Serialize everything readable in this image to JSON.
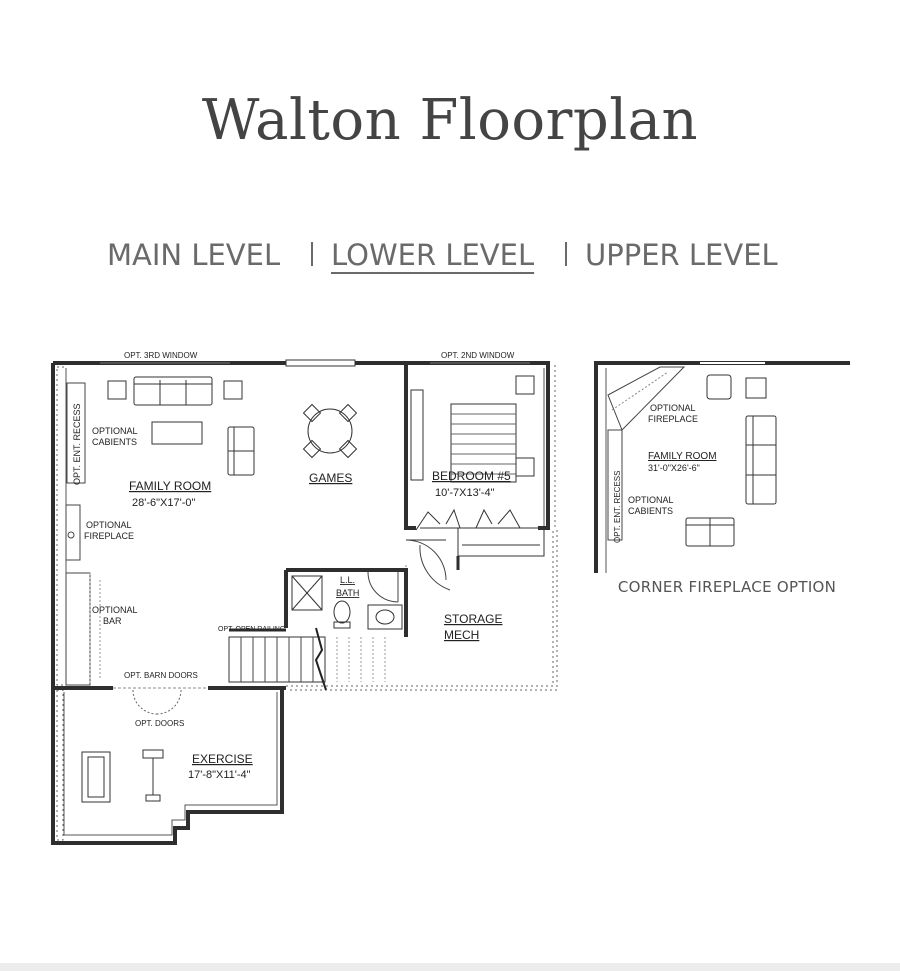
{
  "title": "Walton Floorplan",
  "nav": {
    "main": "MAIN LEVEL",
    "lower": "LOWER LEVEL",
    "upper": "UPPER LEVEL",
    "active": "LOWER LEVEL"
  },
  "plan": {
    "opt_3rd_window": "OPT. 3RD WINDOW",
    "opt_2nd_window": "OPT. 2ND WINDOW",
    "opt_ent_recess": "OPT. ENT. RECESS",
    "optional_cabinets_1": "OPTIONAL",
    "optional_cabinets_2": "CABIENTS",
    "family_room": "FAMILY ROOM",
    "family_room_dim": "28'-6\"X17'-0\"",
    "games": "GAMES",
    "bedroom": "BEDROOM #5",
    "bedroom_dim": "10'-7X13'-4\"",
    "optional_fireplace_1": "OPTIONAL",
    "optional_fireplace_2": "FIREPLACE",
    "ll_bath_1": "L.L.",
    "ll_bath_2": "BATH",
    "storage": "STORAGE",
    "mech": "MECH",
    "optional_bar_1": "OPTIONAL",
    "optional_bar_2": "BAR",
    "opt_open_railing": "OPT. OPEN RAILING",
    "opt_barn_doors": "OPT. BARN DOORS",
    "opt_doors": "OPT. DOORS",
    "exercise": "EXERCISE",
    "exercise_dim": "17'-8\"X11'-4\""
  },
  "corner": {
    "optional_fireplace_1": "OPTIONAL",
    "optional_fireplace_2": "FIREPLACE",
    "family_room": "FAMILY ROOM",
    "family_room_dim": "31'-0\"X26'-6\"",
    "opt_ent_recess": "OPT. ENT. RECESS",
    "optional_cabinets_1": "OPTIONAL",
    "optional_cabinets_2": "CABIENTS",
    "caption": "CORNER FIREPLACE OPTION"
  }
}
